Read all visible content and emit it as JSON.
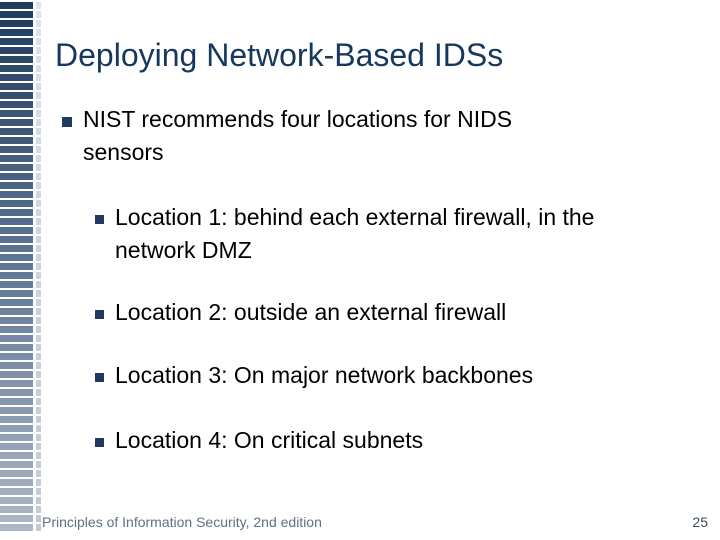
{
  "slide": {
    "title": "Deploying Network-Based IDSs",
    "bullets": {
      "level1": "NIST recommends four locations for NIDS\nsensors",
      "sub": [
        "Location 1: behind each external firewall, in the\nnetwork DMZ",
        "Location 2: outside an external firewall",
        "Location 3: On major network backbones",
        "Location 4: On critical subnets"
      ]
    },
    "footer": {
      "left_text": "Principles of Information Security, 2nd edition",
      "page_number": "25"
    },
    "colors": {
      "title": "#17375E",
      "body_text": "#000000",
      "bullet_square": "#1F3864",
      "footer_text": "#5E7085",
      "page_number": "#3E4C5E",
      "strip_top": "#1E3A5C",
      "strip_mid": "#5E7795",
      "strip_bottom": "#AEB8C6",
      "thin_strip_top": "#D9E4F0",
      "thin_strip_bottom": "#C2CAD6"
    }
  }
}
